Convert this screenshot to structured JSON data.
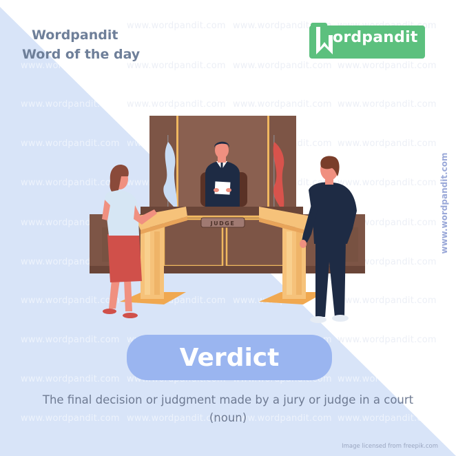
{
  "header": {
    "brand_title": "Wordpandit",
    "subtitle": "Word of the day"
  },
  "logo": {
    "text": "ordpandit",
    "icon": "bookmark-w-icon",
    "color": "#5cc07e"
  },
  "watermark": {
    "text": "www.wordpandit.com",
    "side_text": "www.wordpandit.com"
  },
  "illustration": {
    "description": "Courtroom scene with judge reading paper at bench, woman and man at podiums",
    "bench_plaque": "JUDGE",
    "colors": {
      "wood": "#7d5546",
      "wood_dark": "#6a4538",
      "wood_light": "#8f6555",
      "gold": "#f0b860",
      "podium": "#f6c27a",
      "flag_left": "#c9dcf4",
      "flag_right": "#d8534c",
      "suit": "#1e2b44",
      "skin": "#f09080",
      "skirt": "#d0504a",
      "shirt": "#d6e6f4"
    }
  },
  "word": {
    "term": "Verdict",
    "definition": "The final decision or judgment made by a jury or judge in a court",
    "part_of_speech": "(noun)",
    "pill_color": "#9ab5f0"
  },
  "footer": {
    "credit": "Image licensed from freepik.com"
  },
  "theme": {
    "background": "#ffffff",
    "diagonal_blue": "#d8e4f8",
    "text_muted": "#6e7a92"
  }
}
